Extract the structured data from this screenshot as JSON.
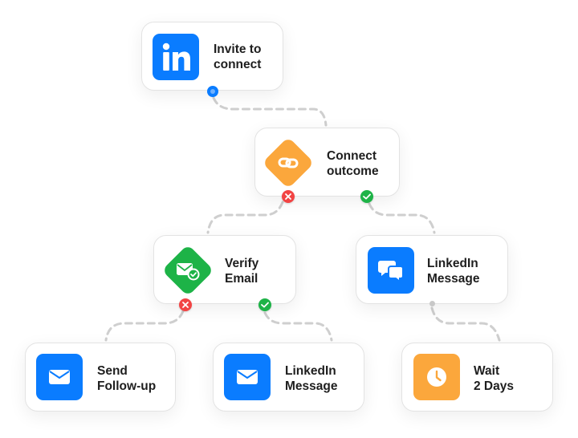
{
  "colors": {
    "linkedin_blue": "#0a7cff",
    "orange": "#fba73c",
    "green": "#1db347",
    "red": "#f24444",
    "connector": "#cfcfcf"
  },
  "nodes": [
    {
      "id": "invite",
      "line1": "Invite to",
      "line2": "connect",
      "icon": "linkedin-logo-icon"
    },
    {
      "id": "outcome",
      "line1": "Connect",
      "line2": "outcome",
      "icon": "link-icon"
    },
    {
      "id": "verify",
      "line1": "Verify",
      "line2": "Email",
      "icon": "email-check-icon"
    },
    {
      "id": "li-msg-1",
      "line1": "LinkedIn",
      "line2": "Message",
      "icon": "chat-bubbles-icon"
    },
    {
      "id": "followup",
      "line1": "Send",
      "line2": "Follow-up",
      "icon": "envelope-icon"
    },
    {
      "id": "li-msg-2",
      "line1": "LinkedIn",
      "line2": "Message",
      "icon": "envelope-icon"
    },
    {
      "id": "wait",
      "line1": "Wait",
      "line2": "2 Days",
      "icon": "clock-icon"
    }
  ],
  "branches": {
    "fail_icon": "x-icon",
    "success_icon": "check-icon"
  }
}
